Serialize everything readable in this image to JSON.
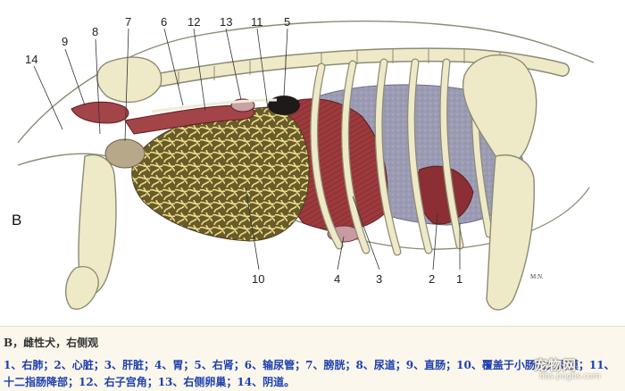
{
  "figure": {
    "panel_letter": "B",
    "artist_initials": "M.N.",
    "labels": [
      "1",
      "2",
      "3",
      "4",
      "5",
      "6",
      "7",
      "8",
      "9",
      "10",
      "11",
      "12",
      "13",
      "14"
    ]
  },
  "caption": {
    "title": "B，雌性犬，右侧观",
    "legend": "1、右肺；2、心脏；3、肝脏；4、胃；5、右肾；6、输尿管；7、膀胱；8、尿道；9、直肠；10、覆盖于小肠的大网膜；11、十二指肠降部；12、右子宫角；13、右侧卵巢；14、阴道。"
  },
  "watermark": {
    "logo_text": "宠物网",
    "domain": "bbs.pugbs.com"
  },
  "colors": {
    "bone": "#eeeac8",
    "bone_outline": "#8d8a74",
    "muscle": "#9c3a3e",
    "lung": "#9b9cb4",
    "omentum": "#6b5a2a",
    "omentum_fat": "#e8df8a",
    "kidney": "#1e1a1a",
    "caption_text": "#1d3fb0"
  }
}
